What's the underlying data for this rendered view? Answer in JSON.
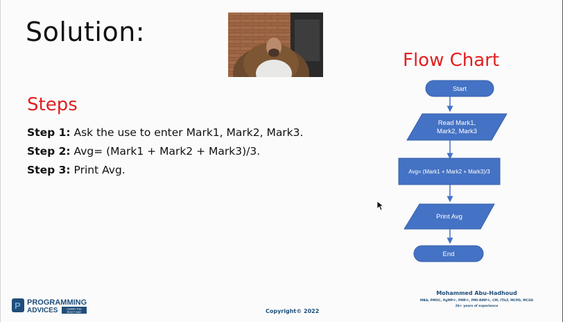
{
  "slide": {
    "title": "Solution:",
    "steps_heading": "Steps",
    "steps": [
      {
        "label": "Step 1:",
        "text": "Ask the use to enter Mark1, Mark2, Mark3."
      },
      {
        "label": "Step 2:",
        "text": "Avg= (Mark1 + Mark2 + Mark3)/3."
      },
      {
        "label": "Step 3:",
        "text": "Print Avg."
      }
    ]
  },
  "flowchart": {
    "title": "Flow Chart",
    "start": "Start",
    "read_line1": "Read Mark1,",
    "read_line2": "Mark2, Mark3",
    "process": "Avg= (Mark1 + Mark2 + Mark3)/3",
    "print": "Print Avg",
    "end": "End",
    "colors": {
      "fill": "#4472c4",
      "light": "#5b8ee0",
      "text": "#ffffff",
      "arrow": "#4472c4"
    }
  },
  "footer": {
    "logo_line1": "PROGRAMMING",
    "logo_line2": "ADVICES",
    "logo_tag1": "LEARN THE",
    "logo_tag2": "RIGHT WAY",
    "copyright": "Copyright© 2022",
    "author_name": "Mohammed Abu-Hadhoud",
    "author_credentials": "MBA, PMOC, PgMP®, PMP®, PMI-RMP®, CM, ITILF, MCPD, MCSD",
    "author_experience": "26+ years of experience"
  },
  "icons": {
    "webcam": "webcam-video-feed",
    "cursor": "mouse-pointer-icon"
  }
}
